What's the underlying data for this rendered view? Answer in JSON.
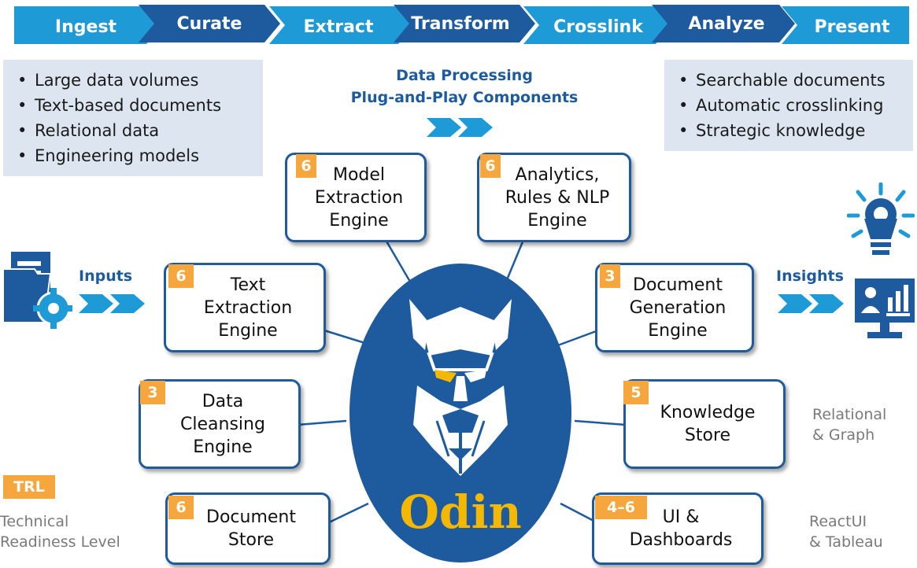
{
  "pipeline": [
    {
      "label": "Ingest"
    },
    {
      "label": "Curate"
    },
    {
      "label": "Extract"
    },
    {
      "label": "Transform"
    },
    {
      "label": "Crosslink"
    },
    {
      "label": "Analyze"
    },
    {
      "label": "Present"
    }
  ],
  "inputs_list": [
    "Large data volumes",
    "Text-based documents",
    "Relational data",
    "Engineering models"
  ],
  "outputs_list": [
    "Searchable documents",
    "Automatic crosslinking",
    "Strategic knowledge"
  ],
  "center_heading": {
    "line1": "Data Processing",
    "line2": "Plug-and-Play Components"
  },
  "inputs_label": "Inputs",
  "insights_label": "Insights",
  "center_name": "Odin",
  "engines": {
    "model_extraction": {
      "trl": "6",
      "label": "Model\nExtraction\nEngine"
    },
    "analytics": {
      "trl": "6",
      "label": "Analytics,\nRules & NLP\nEngine"
    },
    "text_extraction": {
      "trl": "6",
      "label": "Text\nExtraction\nEngine"
    },
    "document_generation": {
      "trl": "3",
      "label": "Document\nGeneration\nEngine"
    },
    "data_cleansing": {
      "trl": "3",
      "label": "Data\nCleansing\nEngine"
    },
    "knowledge_store": {
      "trl": "5",
      "label": "Knowledge\nStore"
    },
    "document_store": {
      "trl": "6",
      "label": "Document\nStore"
    },
    "ui_dashboards": {
      "trl": "4–6",
      "label": "UI &\nDashboards"
    }
  },
  "notes": {
    "knowledge": "Relational\n& Graph",
    "ui": "ReactUI\n& Tableau"
  },
  "legend": {
    "badge": "TRL",
    "text": "Technical\nReadiness Level"
  },
  "colors": {
    "dark_blue": "#1e5a9e",
    "light_blue": "#1e9ad6",
    "orange": "#f5a63d",
    "gold": "#f5b800",
    "pale_blue": "#dde6f0"
  },
  "icons": [
    "documents-gear-icon",
    "lightbulb-gear-icon",
    "monitor-analytics-icon",
    "odin-face-icon"
  ]
}
